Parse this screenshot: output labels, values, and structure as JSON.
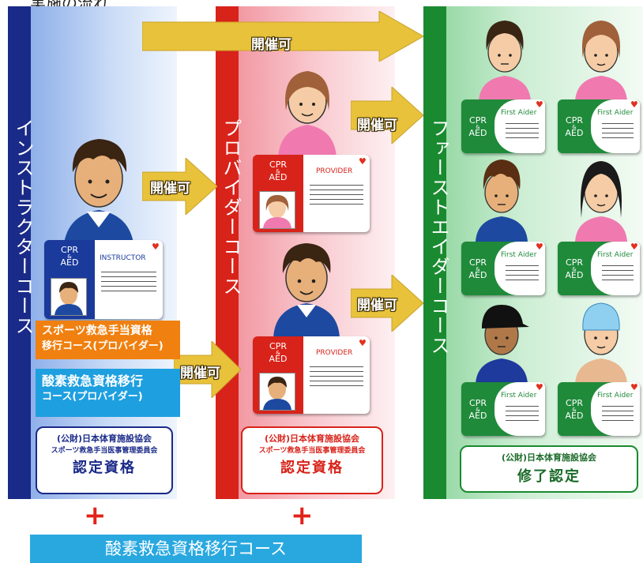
{
  "header_fragment": "実施の流れ",
  "columns": {
    "instructor": {
      "title": "インストラクターコース",
      "color": "#1a2a88"
    },
    "provider": {
      "title": "プロバイダーコース",
      "color": "#d8231a"
    },
    "firstaider": {
      "title": "ファーストエイダーコース",
      "color": "#1a8a30"
    }
  },
  "arrows": {
    "top": "開催可",
    "a2": "開催可",
    "a3": "開催可",
    "a4": "開催可",
    "a5": "開催可"
  },
  "cards": {
    "cpr": "CPR",
    "amp": "&",
    "aed": "AED",
    "instructor_title": "INSTRUCTOR",
    "provider_title": "PROVIDER",
    "firstaider_title": "First Aider"
  },
  "courses": {
    "sports": [
      "スポーツ救急手当資格",
      "移行コース(プロバイダー)"
    ],
    "oxygen": [
      "酸素救急資格移行",
      "コース(プロバイダー)"
    ]
  },
  "certs": {
    "instructor": {
      "l1": "(公財)日本体育施設協会",
      "l2": "スポーツ救急手当医事管理委員会",
      "l3": "認定資格"
    },
    "provider": {
      "l1": "(公財)日本体育施設協会",
      "l2": "スポーツ救急手当医事管理委員会",
      "l3": "認定資格"
    },
    "firstaider": {
      "l1": "(公財)日本体育施設協会",
      "l3": "修了認定"
    }
  },
  "plus": "+",
  "bottom_course": "酸素救急資格移行コース",
  "colors": {
    "arrow": "#e8c23a",
    "green_card": "#1f8a3a",
    "blue_card": "#1a3a9c",
    "red_card": "#d8231a"
  },
  "icons": [
    "heart-icon",
    "person-icon",
    "arrow-right-icon"
  ]
}
